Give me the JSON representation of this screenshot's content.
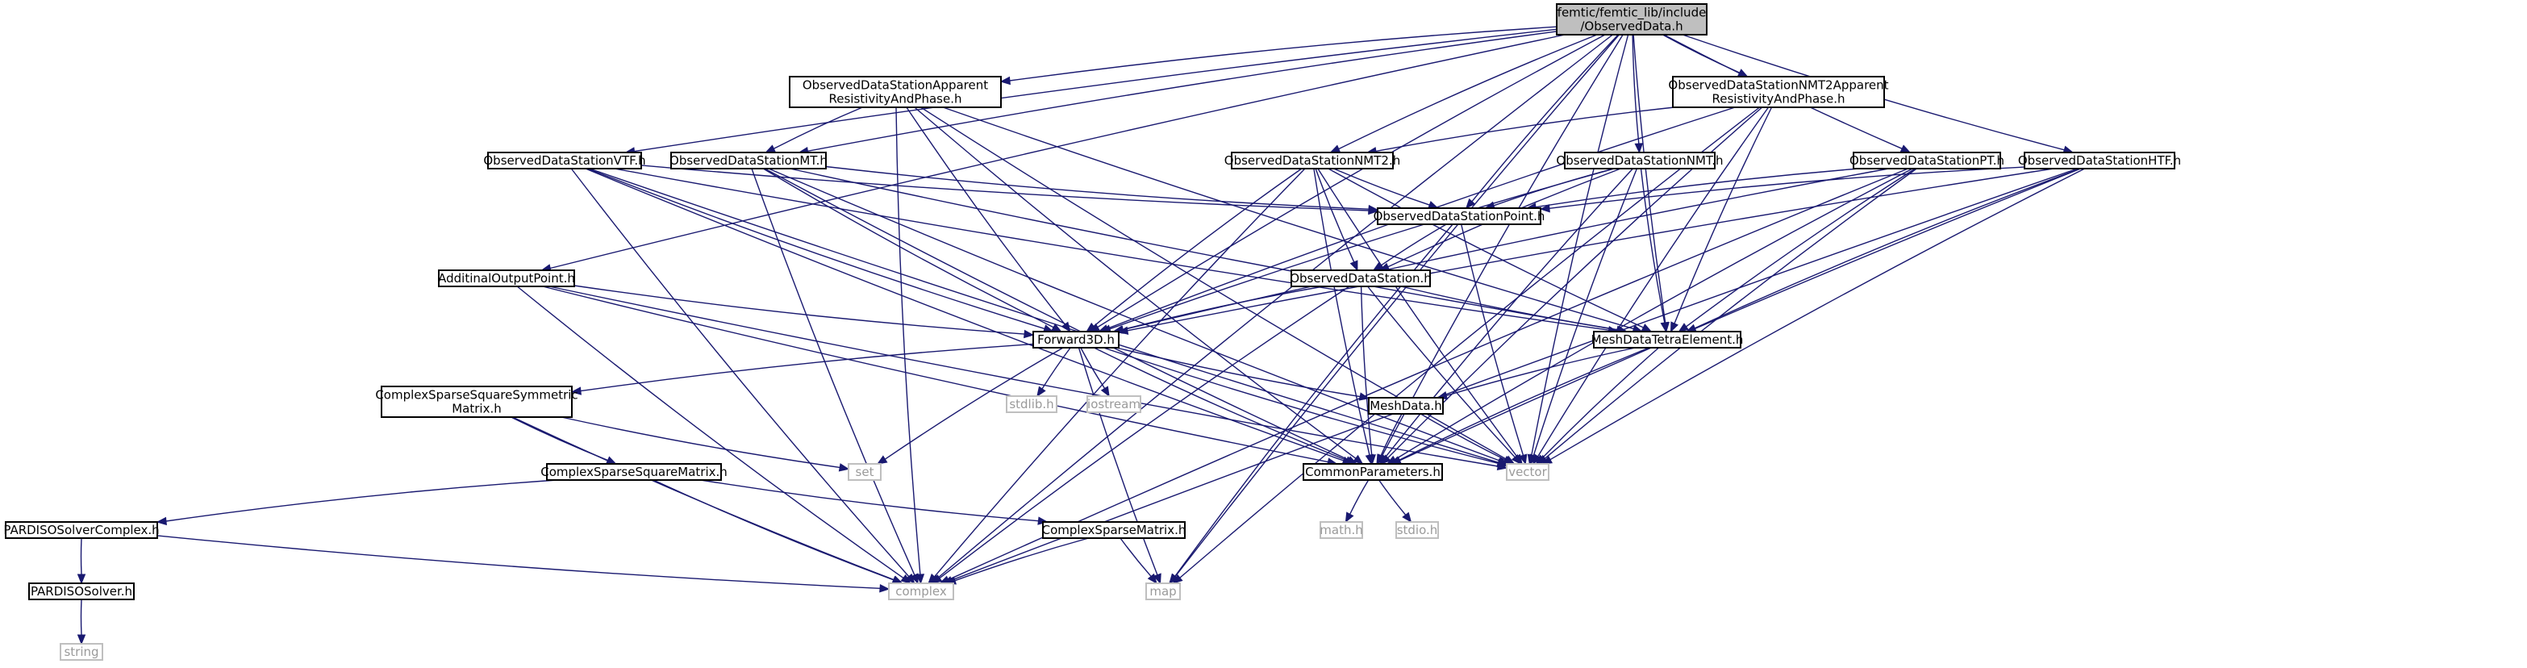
{
  "diagram": {
    "type": "include-dependency-graph",
    "colors": {
      "edge": "#191970",
      "node_border": "#000000",
      "focus_fill": "#bfbfbf",
      "missing_border": "#bfbfbf",
      "missing_text": "#9a9a9a"
    },
    "nodes": [
      {
        "id": "root",
        "lines": [
          "femtic/femtic_lib/include",
          "/ObservedData.h"
        ],
        "style": "focus"
      },
      {
        "id": "odsarp",
        "lines": [
          "ObservedDataStationApparent",
          "ResistivityAndPhase.h"
        ],
        "style": "normal"
      },
      {
        "id": "odsnmt2arp",
        "lines": [
          "ObservedDataStationNMT2Apparent",
          "ResistivityAndPhase.h"
        ],
        "style": "normal"
      },
      {
        "id": "odsvtf",
        "lines": [
          "ObservedDataStationVTF.h"
        ],
        "style": "normal"
      },
      {
        "id": "odsmt",
        "lines": [
          "ObservedDataStationMT.h"
        ],
        "style": "normal"
      },
      {
        "id": "odsnmt2",
        "lines": [
          "ObservedDataStationNMT2.h"
        ],
        "style": "normal"
      },
      {
        "id": "odsnmt",
        "lines": [
          "ObservedDataStationNMT.h"
        ],
        "style": "normal"
      },
      {
        "id": "odspt",
        "lines": [
          "ObservedDataStationPT.h"
        ],
        "style": "normal"
      },
      {
        "id": "odshtf",
        "lines": [
          "ObservedDataStationHTF.h"
        ],
        "style": "normal"
      },
      {
        "id": "odspoint",
        "lines": [
          "ObservedDataStationPoint.h"
        ],
        "style": "normal"
      },
      {
        "id": "aop",
        "lines": [
          "AdditinalOutputPoint.h"
        ],
        "style": "normal"
      },
      {
        "id": "ods",
        "lines": [
          "ObservedDataStation.h"
        ],
        "style": "normal"
      },
      {
        "id": "fwd",
        "lines": [
          "Forward3D.h"
        ],
        "style": "normal"
      },
      {
        "id": "mdte",
        "lines": [
          "MeshDataTetraElement.h"
        ],
        "style": "normal"
      },
      {
        "id": "cssym",
        "lines": [
          "ComplexSparseSquareSymmetric",
          "Matrix.h"
        ],
        "style": "normal"
      },
      {
        "id": "stdlib",
        "lines": [
          "stdlib.h"
        ],
        "style": "missing"
      },
      {
        "id": "iostream",
        "lines": [
          "iostream"
        ],
        "style": "missing"
      },
      {
        "id": "meshdata",
        "lines": [
          "MeshData.h"
        ],
        "style": "normal"
      },
      {
        "id": "set",
        "lines": [
          "set"
        ],
        "style": "missing"
      },
      {
        "id": "cssm",
        "lines": [
          "ComplexSparseSquareMatrix.h"
        ],
        "style": "normal"
      },
      {
        "id": "common",
        "lines": [
          "CommonParameters.h"
        ],
        "style": "normal"
      },
      {
        "id": "vector",
        "lines": [
          "vector"
        ],
        "style": "missing"
      },
      {
        "id": "pardisoc",
        "lines": [
          "PARDISOSolverComplex.h"
        ],
        "style": "normal"
      },
      {
        "id": "csm",
        "lines": [
          "ComplexSparseMatrix.h"
        ],
        "style": "normal"
      },
      {
        "id": "mathh",
        "lines": [
          "math.h"
        ],
        "style": "missing"
      },
      {
        "id": "stdioh",
        "lines": [
          "stdio.h"
        ],
        "style": "missing"
      },
      {
        "id": "pardiso",
        "lines": [
          "PARDISOSolver.h"
        ],
        "style": "normal"
      },
      {
        "id": "complex",
        "lines": [
          "complex"
        ],
        "style": "missing"
      },
      {
        "id": "map",
        "lines": [
          "map"
        ],
        "style": "missing"
      },
      {
        "id": "string",
        "lines": [
          "string"
        ],
        "style": "missing"
      }
    ],
    "edges": [
      [
        "root",
        "odsarp"
      ],
      [
        "root",
        "odsnmt2arp"
      ],
      [
        "root",
        "odsvtf"
      ],
      [
        "root",
        "odsmt"
      ],
      [
        "root",
        "odsnmt2"
      ],
      [
        "root",
        "odsnmt"
      ],
      [
        "root",
        "odspt"
      ],
      [
        "root",
        "odshtf"
      ],
      [
        "root",
        "odspoint"
      ],
      [
        "root",
        "aop"
      ],
      [
        "root",
        "fwd"
      ],
      [
        "root",
        "mdte"
      ],
      [
        "root",
        "common"
      ],
      [
        "root",
        "vector"
      ],
      [
        "root",
        "complex"
      ],
      [
        "root",
        "map"
      ],
      [
        "odsarp",
        "odsmt"
      ],
      [
        "odsarp",
        "fwd"
      ],
      [
        "odsarp",
        "mdte"
      ],
      [
        "odsarp",
        "common"
      ],
      [
        "odsarp",
        "vector"
      ],
      [
        "odsarp",
        "complex"
      ],
      [
        "odsnmt2arp",
        "odsnmt2"
      ],
      [
        "odsnmt2arp",
        "fwd"
      ],
      [
        "odsnmt2arp",
        "mdte"
      ],
      [
        "odsnmt2arp",
        "common"
      ],
      [
        "odsnmt2arp",
        "vector"
      ],
      [
        "odsnmt2arp",
        "map"
      ],
      [
        "odsvtf",
        "odspoint"
      ],
      [
        "odsvtf",
        "fwd"
      ],
      [
        "odsvtf",
        "mdte"
      ],
      [
        "odsvtf",
        "common"
      ],
      [
        "odsvtf",
        "vector"
      ],
      [
        "odsvtf",
        "complex"
      ],
      [
        "odsmt",
        "odspoint"
      ],
      [
        "odsmt",
        "fwd"
      ],
      [
        "odsmt",
        "mdte"
      ],
      [
        "odsmt",
        "common"
      ],
      [
        "odsmt",
        "vector"
      ],
      [
        "odsmt",
        "complex"
      ],
      [
        "odsnmt2",
        "odspoint"
      ],
      [
        "odsnmt2",
        "ods"
      ],
      [
        "odsnmt2",
        "fwd"
      ],
      [
        "odsnmt2",
        "mdte"
      ],
      [
        "odsnmt2",
        "common"
      ],
      [
        "odsnmt2",
        "vector"
      ],
      [
        "odsnmt2",
        "complex"
      ],
      [
        "odsnmt",
        "odspoint"
      ],
      [
        "odsnmt",
        "ods"
      ],
      [
        "odsnmt",
        "fwd"
      ],
      [
        "odsnmt",
        "mdte"
      ],
      [
        "odsnmt",
        "common"
      ],
      [
        "odsnmt",
        "vector"
      ],
      [
        "odspt",
        "odspoint"
      ],
      [
        "odspt",
        "fwd"
      ],
      [
        "odspt",
        "mdte"
      ],
      [
        "odspt",
        "common"
      ],
      [
        "odspt",
        "vector"
      ],
      [
        "odspt",
        "complex"
      ],
      [
        "odshtf",
        "odspoint"
      ],
      [
        "odshtf",
        "fwd"
      ],
      [
        "odshtf",
        "mdte"
      ],
      [
        "odshtf",
        "common"
      ],
      [
        "odshtf",
        "vector"
      ],
      [
        "odshtf",
        "complex"
      ],
      [
        "odspoint",
        "ods"
      ],
      [
        "odspoint",
        "vector"
      ],
      [
        "odspoint",
        "map"
      ],
      [
        "aop",
        "fwd"
      ],
      [
        "aop",
        "common"
      ],
      [
        "aop",
        "vector"
      ],
      [
        "aop",
        "complex"
      ],
      [
        "ods",
        "fwd"
      ],
      [
        "ods",
        "mdte"
      ],
      [
        "ods",
        "common"
      ],
      [
        "ods",
        "vector"
      ],
      [
        "ods",
        "complex"
      ],
      [
        "fwd",
        "cssym"
      ],
      [
        "fwd",
        "stdlib"
      ],
      [
        "fwd",
        "iostream"
      ],
      [
        "fwd",
        "meshdata"
      ],
      [
        "fwd",
        "set"
      ],
      [
        "fwd",
        "common"
      ],
      [
        "fwd",
        "vector"
      ],
      [
        "fwd",
        "map"
      ],
      [
        "mdte",
        "meshdata"
      ],
      [
        "mdte",
        "common"
      ],
      [
        "mdte",
        "vector"
      ],
      [
        "cssym",
        "cssm"
      ],
      [
        "cssym",
        "set"
      ],
      [
        "cssym",
        "complex"
      ],
      [
        "meshdata",
        "common"
      ],
      [
        "meshdata",
        "vector"
      ],
      [
        "cssm",
        "pardisoc"
      ],
      [
        "cssm",
        "csm"
      ],
      [
        "cssm",
        "complex"
      ],
      [
        "common",
        "mathh"
      ],
      [
        "common",
        "stdioh"
      ],
      [
        "pardisoc",
        "pardiso"
      ],
      [
        "pardisoc",
        "complex"
      ],
      [
        "csm",
        "complex"
      ],
      [
        "csm",
        "map"
      ],
      [
        "pardiso",
        "string"
      ]
    ]
  }
}
